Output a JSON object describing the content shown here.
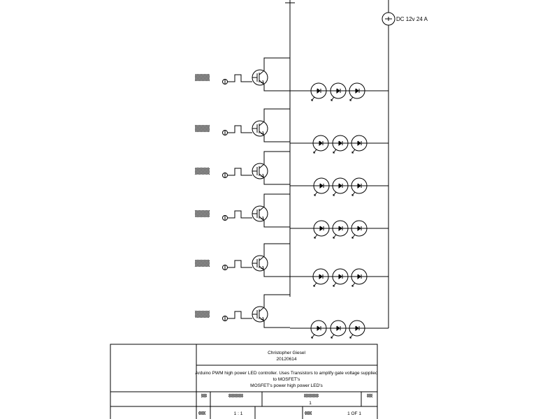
{
  "power_source": {
    "label": "DC 12v 24 A"
  },
  "title_block": {
    "author": "Christopher Giesel",
    "date": "20120614",
    "description_lines": [
      "Arduino PWM high power LED controller. Uses Transistors to amplify gate voltage supplied",
      "to MOSFET's",
      "MOSFET's power high power LED's"
    ],
    "revision": "1",
    "scale": "1 : 1",
    "sheet": "1 OF 1"
  },
  "channels": [
    {
      "id": 1,
      "leds": 3
    },
    {
      "id": 2,
      "leds": 3
    },
    {
      "id": 3,
      "leds": 3
    },
    {
      "id": 4,
      "leds": 3
    },
    {
      "id": 5,
      "leds": 3
    },
    {
      "id": 6,
      "leds": 3
    }
  ],
  "colors": {
    "ink": "#000000",
    "background": "#ffffff"
  }
}
